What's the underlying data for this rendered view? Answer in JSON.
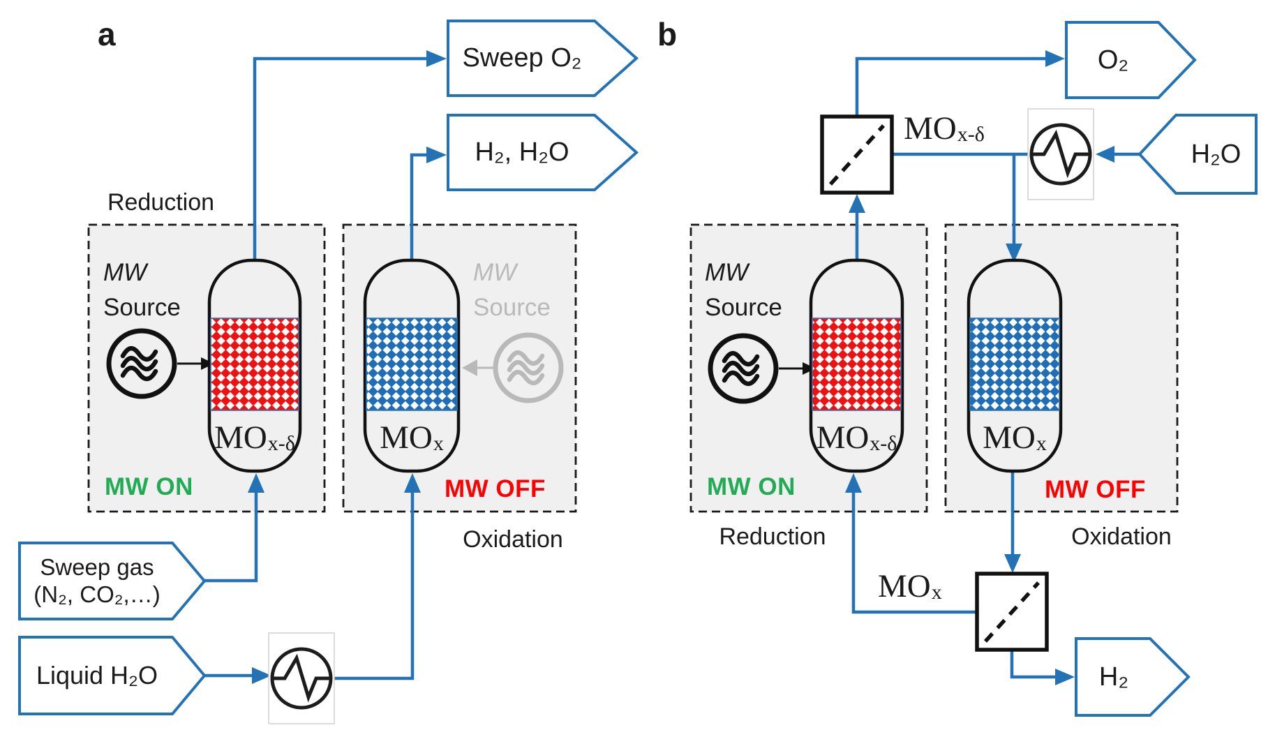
{
  "colors": {
    "line_blue": "#2272b5",
    "status_on_green": "#22ab55",
    "status_off_red": "#ff0000",
    "inactive_gray": "#b9b9b9",
    "pattern_red": "#ee1111",
    "pattern_blue": "#1f6eb5",
    "box_fill": "#f0f0f0"
  },
  "panel_a": {
    "label": "a",
    "section_reduction": "Reduction",
    "section_oxidation": "Oxidation",
    "mw_source": {
      "mw": "MW",
      "source": "Source"
    },
    "mw_source_inactive": {
      "mw": "MW",
      "source": "Source"
    },
    "status_on": "MW ON",
    "status_off": "MW OFF",
    "reactor_reduced": {
      "formula": "MO",
      "subscript": "x-δ"
    },
    "reactor_oxidized": {
      "formula": "MO",
      "subscript": "x"
    },
    "flag_sweep_o2": "Sweep O₂",
    "flag_h2_h2o": "H₂, H₂O",
    "flag_sweep_gas_line1": "Sweep gas",
    "flag_sweep_gas_line2": "(N₂, CO₂,…)",
    "flag_liquid_h2o": "Liquid H₂O"
  },
  "panel_b": {
    "label": "b",
    "section_reduction": "Reduction",
    "section_oxidation": "Oxidation",
    "mw_source": {
      "mw": "MW",
      "source": "Source"
    },
    "status_on": "MW ON",
    "status_off": "MW OFF",
    "reactor_reduced": {
      "formula": "MO",
      "subscript": "x-δ"
    },
    "reactor_oxidized": {
      "formula": "MO",
      "subscript": "x"
    },
    "stream_mo_reduced": {
      "formula": "MO",
      "subscript": "x-δ"
    },
    "stream_mo_oxidized": {
      "formula": "MO",
      "subscript": "x"
    },
    "flag_o2": "O₂",
    "flag_h2o": "H₂O",
    "flag_h2": "H₂"
  }
}
